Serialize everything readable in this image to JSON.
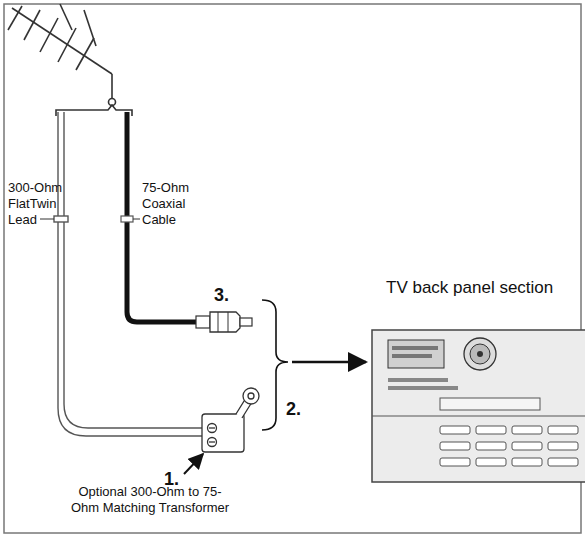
{
  "diagram": {
    "nodes": [
      {
        "text": [
          "TV back panel section"
        ]
      }
    ],
    "labels": [
      "300-Ohm FlatTwin Lead",
      "75-Ohm Coaxial Cable",
      "3.",
      "2.",
      "1.",
      "Optional 300-Ohm to 75-Ohm Matching Transformer"
    ]
  }
}
